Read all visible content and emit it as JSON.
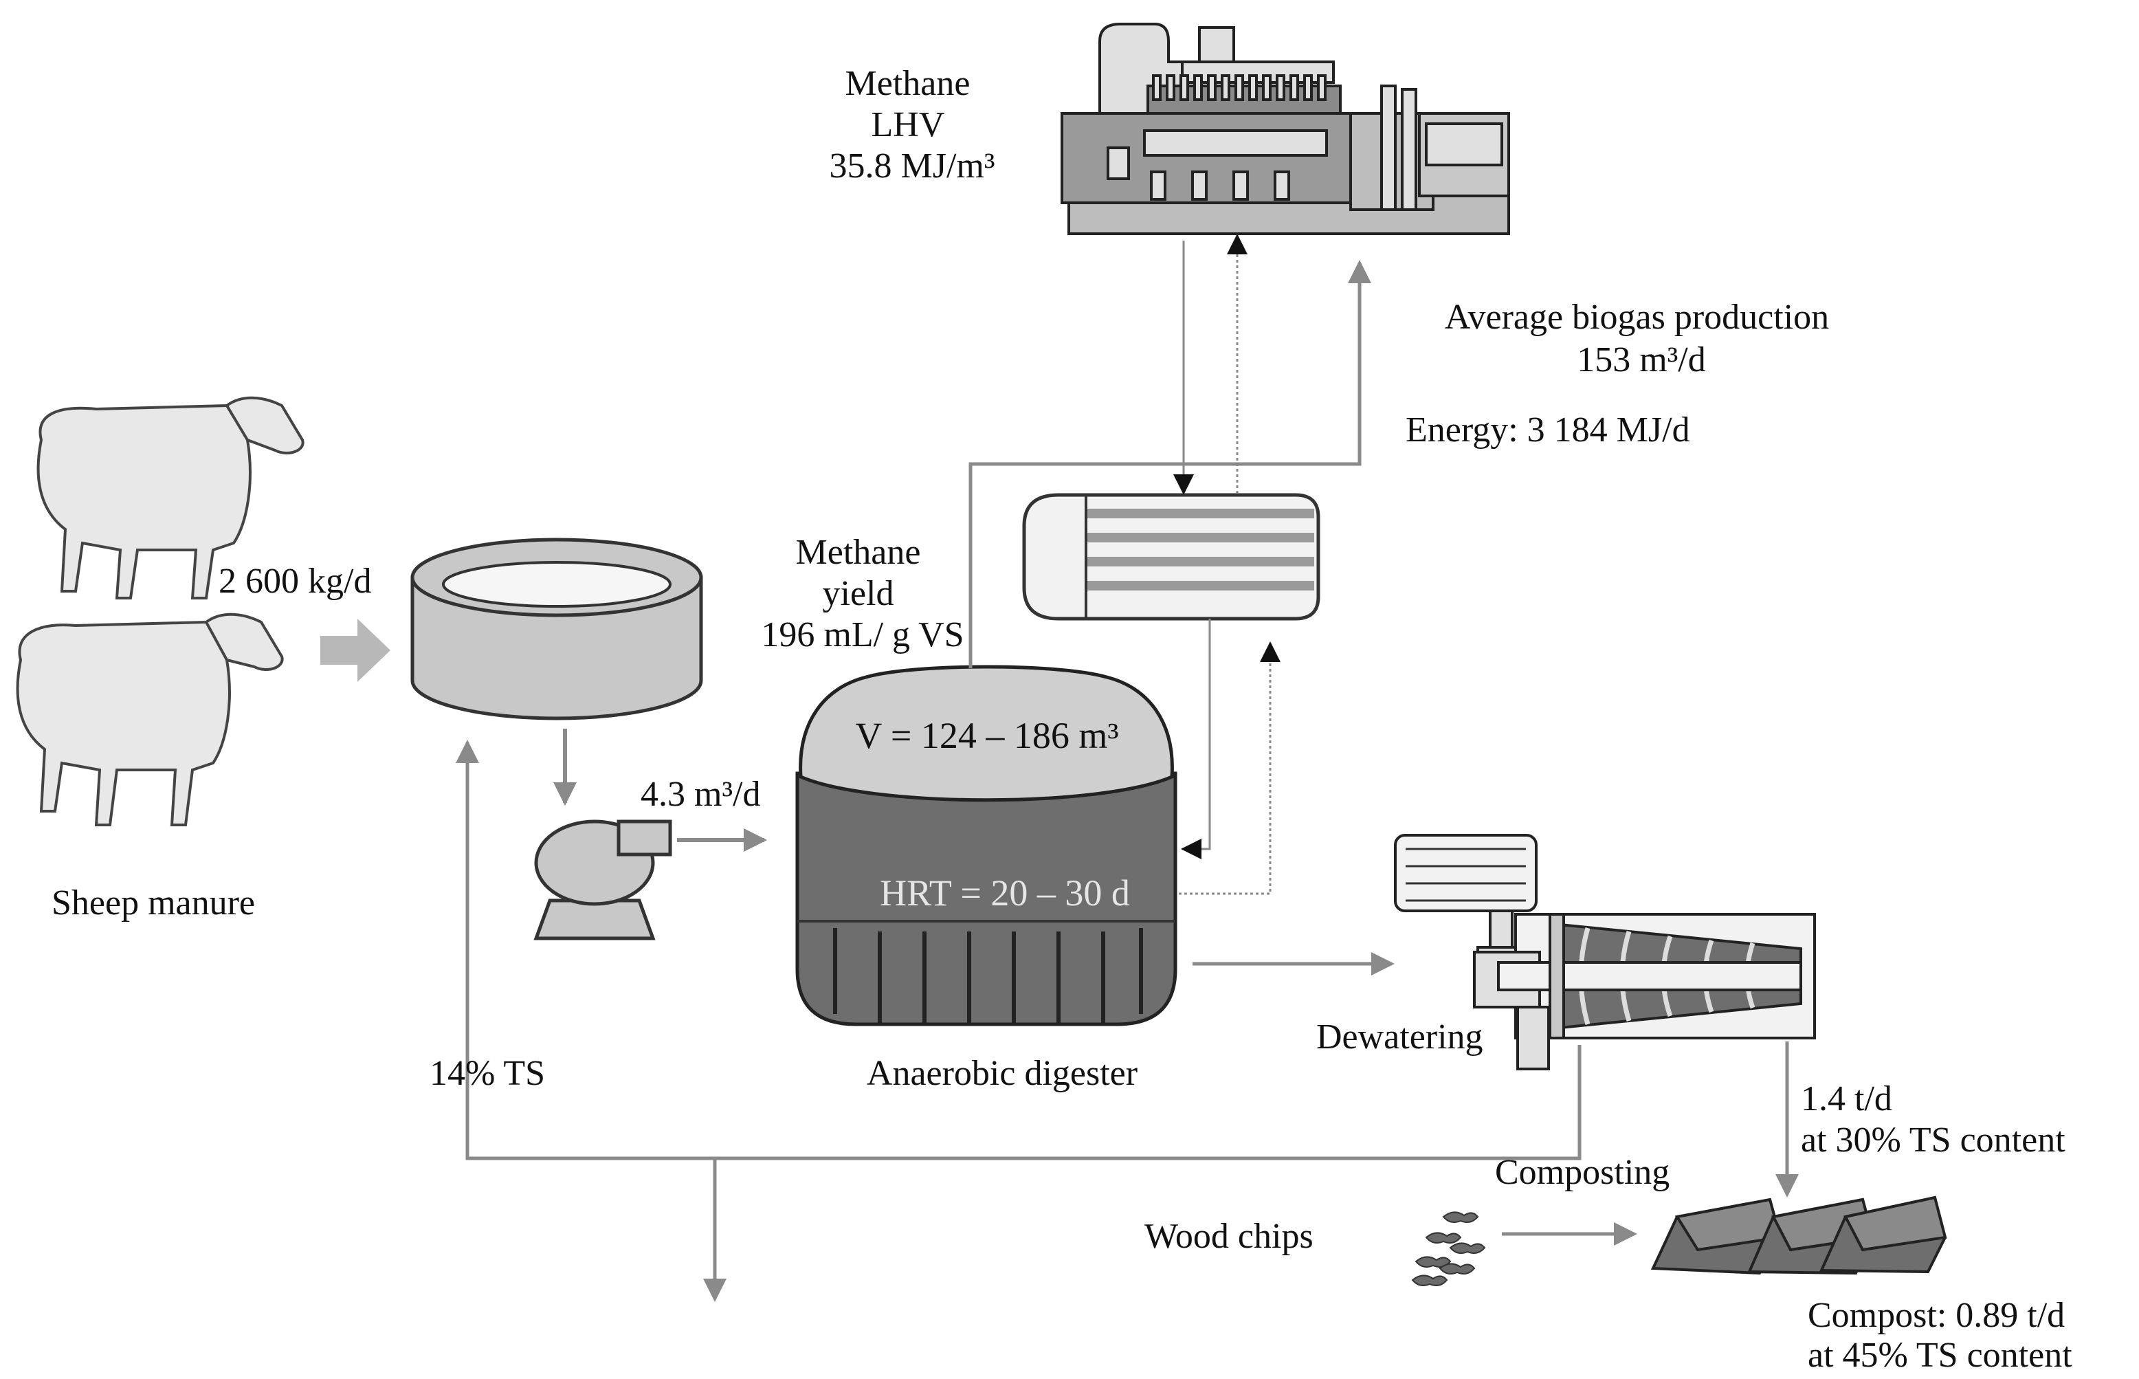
{
  "labels": {
    "sheep_manure": "Sheep manure",
    "manure_flow": "2 600 kg/d",
    "methane_lhv": [
      "Methane",
      "LHV",
      "35.8 MJ/m³"
    ],
    "biogas_production": [
      "Average biogas production",
      "153 m³/d"
    ],
    "energy": "Energy:  3 184 MJ/d",
    "methane_yield": [
      "Methane",
      "yield",
      "196 mL/ g VS"
    ],
    "pump_flow": "4.3 m³/d",
    "digester_volume": "V = 124 – 186 m³",
    "digester_hrt": "HRT = 20 – 30 d",
    "digester_caption": "Anaerobic digester",
    "dewatering": "Dewatering",
    "recycle_ts": "14% TS",
    "solids_out": [
      "1.4 t/d",
      "at 30% TS content"
    ],
    "composting": "Composting",
    "wood_chips": "Wood chips",
    "compost_out": [
      "Compost:  0.89 t/d",
      "at 45% TS content"
    ]
  },
  "icons": [
    "sheep-icon",
    "mixing-tank-icon",
    "pump-icon",
    "digester-icon",
    "heat-exchanger-icon",
    "chp-engine-icon",
    "screw-press-icon",
    "wood-chips-icon",
    "compost-pile-icon"
  ],
  "colors": {
    "flow_arrow": "#8a8a8a",
    "feed_arrow": "#b8b8b8",
    "digester_body": "#6e6e6e",
    "digester_dome": "#cfcfcf",
    "equipment": "#c8c8c8"
  }
}
